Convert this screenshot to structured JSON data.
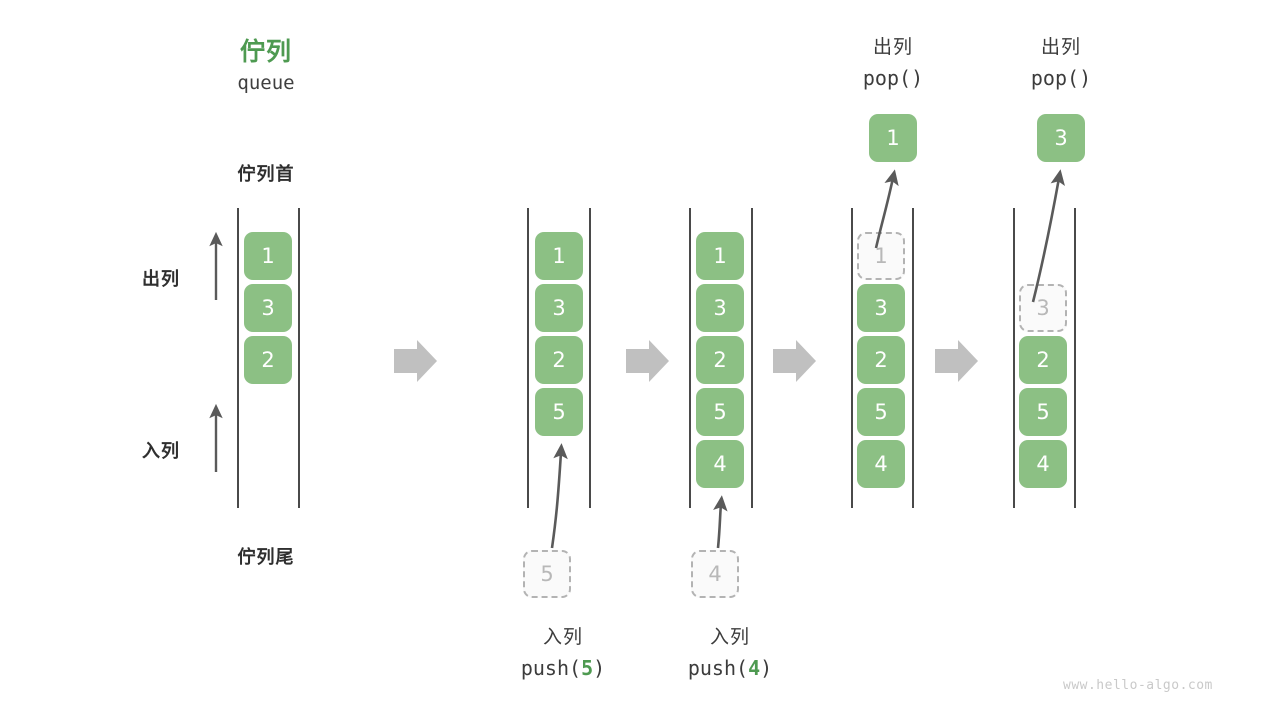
{
  "diagram": {
    "title_cn": "佇列",
    "title_en": "queue",
    "head_label": "佇列首",
    "tail_label": "佇列尾",
    "dequeue_side_label": "出列",
    "enqueue_side_label": "入列",
    "watermark": "www.hello-algo.com",
    "accent_color": "#4e9a51",
    "cell_color": "#8cc084",
    "ghost_color": "#b8b8b8",
    "arrow_color": "#5a5a5a",
    "step_arrow_color": "#c0c0c0"
  },
  "columns": [
    {
      "name": "initial-queue",
      "cells": [
        {
          "value": "1",
          "state": "filled"
        },
        {
          "value": "3",
          "state": "filled"
        },
        {
          "value": "2",
          "state": "filled"
        }
      ]
    },
    {
      "name": "after-push-5",
      "cells": [
        {
          "value": "1",
          "state": "filled"
        },
        {
          "value": "3",
          "state": "filled"
        },
        {
          "value": "2",
          "state": "filled"
        },
        {
          "value": "5",
          "state": "filled"
        }
      ],
      "incoming": {
        "value": "5",
        "state": "ghost"
      },
      "op_cn": "入列",
      "op_code_prefix": "push(",
      "op_code_arg": "5",
      "op_code_suffix": ")"
    },
    {
      "name": "after-push-4",
      "cells": [
        {
          "value": "1",
          "state": "filled"
        },
        {
          "value": "3",
          "state": "filled"
        },
        {
          "value": "2",
          "state": "filled"
        },
        {
          "value": "5",
          "state": "filled"
        },
        {
          "value": "4",
          "state": "filled"
        }
      ],
      "incoming": {
        "value": "4",
        "state": "ghost"
      },
      "op_cn": "入列",
      "op_code_prefix": "push(",
      "op_code_arg": "4",
      "op_code_suffix": ")"
    },
    {
      "name": "after-pop-1",
      "cells": [
        {
          "value": "1",
          "state": "ghost"
        },
        {
          "value": "3",
          "state": "filled"
        },
        {
          "value": "2",
          "state": "filled"
        },
        {
          "value": "5",
          "state": "filled"
        },
        {
          "value": "4",
          "state": "filled"
        }
      ],
      "outgoing": {
        "value": "1",
        "state": "filled"
      },
      "op_cn": "出列",
      "op_code_prefix": "pop(",
      "op_code_arg": "",
      "op_code_suffix": ")"
    },
    {
      "name": "after-pop-3",
      "cells": [
        {
          "value": "3",
          "state": "ghost"
        },
        {
          "value": "2",
          "state": "filled"
        },
        {
          "value": "5",
          "state": "filled"
        },
        {
          "value": "4",
          "state": "filled"
        }
      ],
      "outgoing": {
        "value": "3",
        "state": "filled"
      },
      "op_cn": "出列",
      "op_code_prefix": "pop(",
      "op_code_arg": "",
      "op_code_suffix": ")"
    }
  ]
}
